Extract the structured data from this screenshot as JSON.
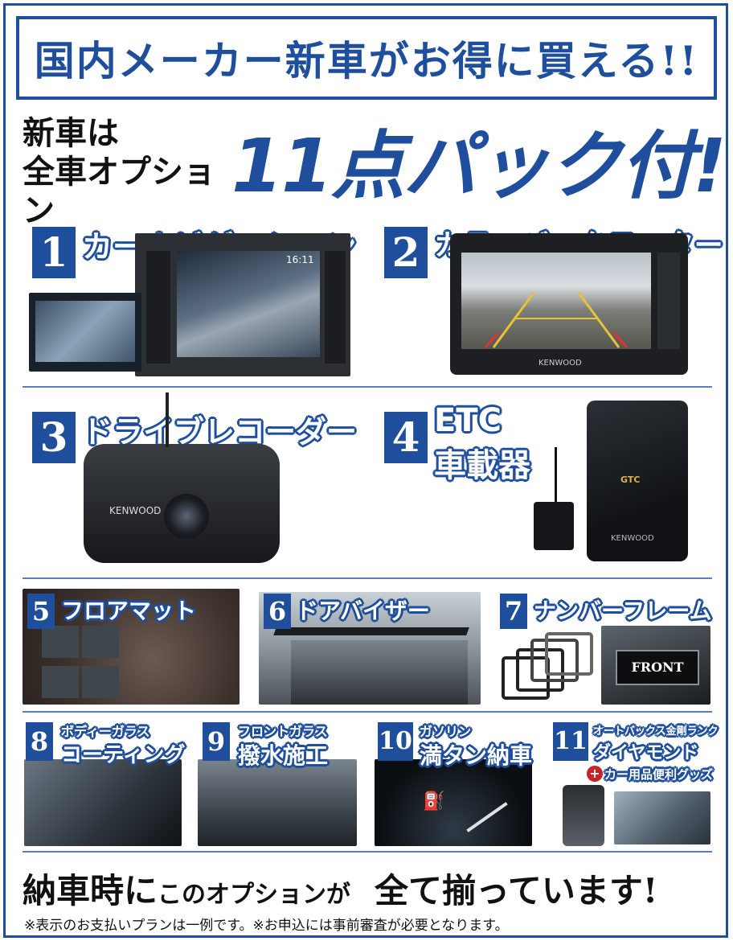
{
  "header": {
    "banner": "国内メーカー新車がお得に買える!!",
    "lead_line1": "新車は",
    "lead_line2": "全車オプション",
    "pack": "11点パック付!"
  },
  "items": [
    {
      "num": "1",
      "title": "カーナビゲーション"
    },
    {
      "num": "2",
      "title": "カラーバックモニター"
    },
    {
      "num": "3",
      "title": "ドライブレコーダー"
    },
    {
      "num": "4",
      "title_line1": "ETC",
      "title_line2": "車載器"
    },
    {
      "num": "5",
      "title": "フロアマット"
    },
    {
      "num": "6",
      "title": "ドアバイザー"
    },
    {
      "num": "7",
      "title": "ナンバーフレーム"
    },
    {
      "num": "8",
      "title_line1": "ボディーガラス",
      "title_line2": "コーティング"
    },
    {
      "num": "9",
      "title_line1": "フロントガラス",
      "title_line2": "撥水施工"
    },
    {
      "num": "10",
      "title_line1": "ガソリン",
      "title_line2": "満タン納車"
    },
    {
      "num": "11",
      "title_line1": "オートバックス金剛ランク",
      "title_line2": "ダイヤモンド",
      "title_line3": "カー用品便利グッズ"
    }
  ],
  "product_text": {
    "nav_clock": "16:11",
    "monitor_brand": "KENWOOD",
    "recorder_brand": "KENWOOD",
    "etc_brand": "KENWOOD",
    "etc_label": "GTC",
    "frame_label": "FRONT"
  },
  "footer": {
    "line_part1": "納車時に",
    "line_part2": "このオプション",
    "line_part3": "が",
    "line_part4": "全て揃っています!",
    "note": "※表示のお支払いプランは一例です。※お申込には事前審査が必要となります。"
  },
  "colors": {
    "brand_blue": "#1e4e9c"
  }
}
